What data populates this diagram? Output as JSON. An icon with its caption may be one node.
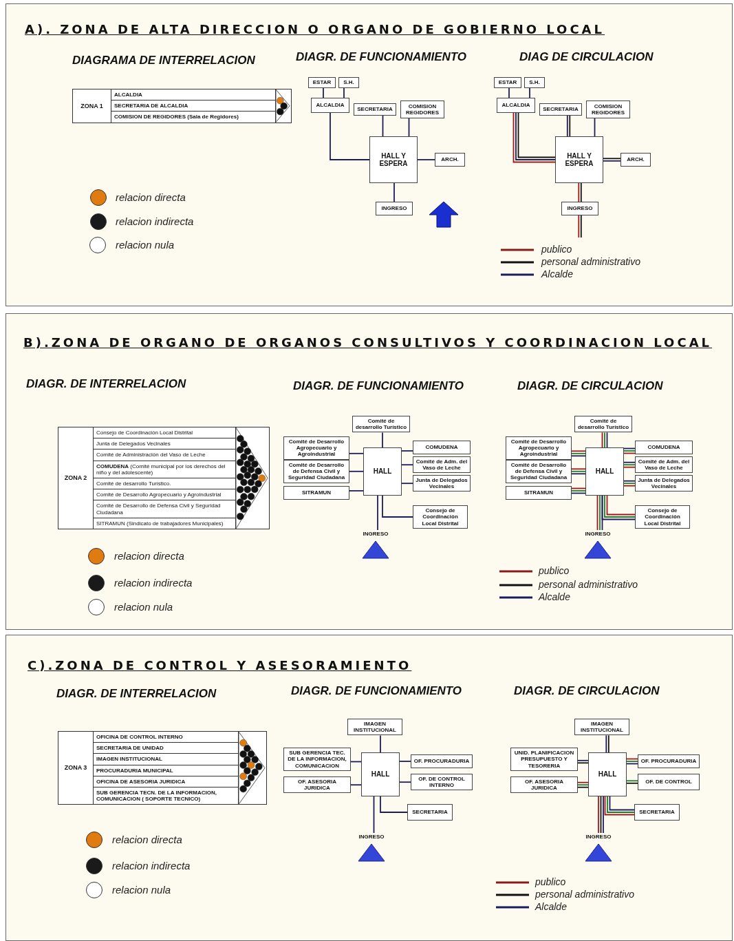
{
  "diagram": {
    "nodes": [
      {
        "text": [
          "ZONA 1"
        ]
      },
      {
        "text": [
          "ALCALDIA"
        ],
        "in": 0
      },
      {
        "text": [
          "SECRETARIA DE ALCALDIA"
        ],
        "in": 0
      },
      {
        "text": [
          "COMISION DE REGIDORES (Sala de Regidores)"
        ],
        "in": 0
      },
      {
        "text": [
          "ESTAR"
        ]
      },
      {
        "text": [
          "S.H."
        ]
      },
      {
        "text": [
          "ALCALDIA"
        ]
      },
      {
        "text": [
          "SECRETARIA"
        ]
      },
      {
        "text": [
          "COMISION REGIDORES"
        ]
      },
      {
        "text": [
          "HALL Y ESPERA"
        ]
      },
      {
        "text": [
          "ARCH."
        ]
      },
      {
        "text": [
          "INGRESO"
        ]
      },
      {
        "text": [
          "ESTAR"
        ]
      },
      {
        "text": [
          "S.H."
        ]
      },
      {
        "text": [
          "ALCALDIA"
        ]
      },
      {
        "text": [
          "SECRETARIA"
        ]
      },
      {
        "text": [
          "COMISION REGIDORES"
        ]
      },
      {
        "text": [
          "HALL Y ESPERA"
        ]
      },
      {
        "text": [
          "ARCH."
        ]
      },
      {
        "text": [
          "INGRESO"
        ]
      },
      {
        "text": [
          "ZONA 2"
        ]
      },
      {
        "text": [
          "Consejo de Coordinación Local Distrital"
        ],
        "in": 20
      },
      {
        "text": [
          "Junta de Delegados Vecinales"
        ],
        "in": 20
      },
      {
        "text": [
          "Comité de Administración del Vaso de Leche"
        ],
        "in": 20
      },
      {
        "text": [
          "**COMUDENA** (Comité municipal por los derechos del niño y del adolescente)"
        ],
        "in": 20
      },
      {
        "text": [
          "Comité de desarrollo Turístico."
        ],
        "in": 20
      },
      {
        "text": [
          "Comité de Desarrollo Agropecuario y Agroindustrial"
        ],
        "in": 20
      },
      {
        "text": [
          "Comité de Desarrollo de Defensa Civil y Seguridad Ciudadana"
        ],
        "in": 20
      },
      {
        "text": [
          "SITRAMUN (Sindicato de trabajadores Municipales)"
        ],
        "in": 20
      },
      {
        "text": [
          "Comité de desarrollo Turístico"
        ]
      },
      {
        "text": [
          "Comité de Desarrollo Agropecuario y Agroindustrial"
        ]
      },
      {
        "text": [
          "Comité de Desarrollo de Defensa Civil y Seguridad Ciudadana"
        ]
      },
      {
        "text": [
          "SITRAMUN"
        ]
      },
      {
        "text": [
          "HALL"
        ]
      },
      {
        "text": [
          "COMUDENA"
        ]
      },
      {
        "text": [
          "Comité de Adm. del Vaso de Leche"
        ]
      },
      {
        "text": [
          "Junta de Delegados Vecinales"
        ]
      },
      {
        "text": [
          "Consejo de Coordinación Local Distrital"
        ]
      },
      {
        "text": [
          "INGRESO"
        ]
      },
      {
        "text": [
          "Comité de desarrollo Turístico"
        ]
      },
      {
        "text": [
          "Comité de Desarrollo Agropecuario y Agroindustrial"
        ]
      },
      {
        "text": [
          "Comité de Desarrollo de Defensa Civil y Seguridad Ciudadana"
        ]
      },
      {
        "text": [
          "SITRAMUN"
        ]
      },
      {
        "text": [
          "HALL"
        ]
      },
      {
        "text": [
          "COMUDENA"
        ]
      },
      {
        "text": [
          "Comité de Adm. del Vaso de Leche"
        ]
      },
      {
        "text": [
          "Junta de Delegados Vecinales"
        ]
      },
      {
        "text": [
          "Consejo de Coordinación Local Distrital"
        ]
      },
      {
        "text": [
          "INGRESO"
        ]
      },
      {
        "text": [
          "ZONA 3"
        ]
      },
      {
        "text": [
          "OFICINA DE CONTROL INTERNO"
        ],
        "in": 49
      },
      {
        "text": [
          "SECRETARIA DE UNIDAD"
        ],
        "in": 49
      },
      {
        "text": [
          "IMAGEN INSTITUCIONAL"
        ],
        "in": 49
      },
      {
        "text": [
          "PROCURADURIA MUNICIPAL"
        ],
        "in": 49
      },
      {
        "text": [
          "OFICINA DE ASESORIA JURIDICA"
        ],
        "in": 49
      },
      {
        "text": [
          "SUB GERENCIA TECN. DE LA INFORMACION, COMUNICACION ( SOPORTE TECNICO)"
        ],
        "in": 49
      },
      {
        "text": [
          "IMAGEN INSTITUCIONAL"
        ]
      },
      {
        "text": [
          "SUB GERENCIA TEC. DE LA INFORMACION, COMUNICACION"
        ]
      },
      {
        "text": [
          "OF. ASESORIA JURIDICA"
        ]
      },
      {
        "text": [
          "HALL"
        ]
      },
      {
        "text": [
          "OF. PROCURADURIA"
        ]
      },
      {
        "text": [
          "OF. DE CONTROL INTERNO"
        ]
      },
      {
        "text": [
          "SECRETARIA"
        ]
      },
      {
        "text": [
          "INGRESO"
        ]
      },
      {
        "text": [
          "IMAGEN INSTITUCIONAL"
        ]
      },
      {
        "text": [
          "UNID. PLANIFICACION PRESUPUESTO Y TESORERIA"
        ]
      },
      {
        "text": [
          "OF. ASESORIA JURIDICA"
        ]
      },
      {
        "text": [
          "HALL"
        ]
      },
      {
        "text": [
          "OF. PROCURADURIA"
        ]
      },
      {
        "text": [
          "OF. DE CONTROL"
        ]
      },
      {
        "text": [
          "SECRETARIA"
        ]
      },
      {
        "text": [
          "INGRESO"
        ]
      }
    ],
    "edges": [
      {
        "from": 4,
        "to": 6,
        "arrow": "none"
      },
      {
        "from": 5,
        "to": 6,
        "arrow": "none"
      },
      {
        "from": 6,
        "to": 9,
        "arrow": "none"
      },
      {
        "from": 7,
        "to": 9,
        "arrow": "none"
      },
      {
        "from": 8,
        "to": 9,
        "arrow": "none"
      },
      {
        "from": 9,
        "to": 10,
        "arrow": "none"
      },
      {
        "from": 9,
        "to": 11,
        "arrow": "none"
      },
      {
        "from": 12,
        "to": 14,
        "arrow": "none"
      },
      {
        "from": 13,
        "to": 14,
        "arrow": "none"
      },
      {
        "from": 14,
        "to": 17,
        "arrow": "none",
        "color": "#a01818"
      },
      {
        "from": 14,
        "to": 17,
        "arrow": "none"
      },
      {
        "from": 14,
        "to": 17,
        "arrow": "none",
        "color": "#111111"
      },
      {
        "from": 15,
        "to": 17,
        "arrow": "none"
      },
      {
        "from": 15,
        "to": 17,
        "arrow": "none",
        "color": "#111111"
      },
      {
        "from": 16,
        "to": 17,
        "arrow": "none"
      },
      {
        "from": 17,
        "to": 18,
        "arrow": "none",
        "color": "#111111"
      },
      {
        "from": 17,
        "to": 18,
        "arrow": "none"
      },
      {
        "from": 17,
        "to": 19,
        "arrow": "none",
        "color": "#a01818"
      },
      {
        "from": 17,
        "to": 19,
        "arrow": "none",
        "color": "#111111"
      },
      {
        "from": 19,
        "to": null,
        "arrow": "none",
        "color": "#a01818"
      },
      {
        "from": 19,
        "to": null,
        "arrow": "none",
        "color": "#111111"
      },
      {
        "from": 33,
        "to": 29,
        "arrow": "none"
      },
      {
        "from": 30,
        "to": 33,
        "arrow": "none"
      },
      {
        "from": 31,
        "to": 33,
        "arrow": "none"
      },
      {
        "from": 32,
        "to": 33,
        "arrow": "none"
      },
      {
        "from": 33,
        "to": 34,
        "arrow": "none"
      },
      {
        "from": 33,
        "to": 35,
        "arrow": "none"
      },
      {
        "from": 33,
        "to": 36,
        "arrow": "none"
      },
      {
        "from": 33,
        "to": 37,
        "arrow": "none"
      },
      {
        "from": 33,
        "to": 38,
        "arrow": "none"
      },
      {
        "from": 43,
        "to": 39,
        "arrow": "none",
        "color": "#a01818"
      },
      {
        "from": 43,
        "to": 39,
        "arrow": "none",
        "color": "#1e7a2e"
      },
      {
        "from": 43,
        "to": 39,
        "arrow": "none"
      },
      {
        "from": 40,
        "to": 43,
        "arrow": "none",
        "color": "#a01818"
      },
      {
        "from": 40,
        "to": 43,
        "arrow": "none",
        "color": "#1e7a2e"
      },
      {
        "from": 40,
        "to": 43,
        "arrow": "none"
      },
      {
        "from": 41,
        "to": 43,
        "arrow": "none",
        "color": "#a01818"
      },
      {
        "from": 41,
        "to": 43,
        "arrow": "none",
        "color": "#1e7a2e"
      },
      {
        "from": 41,
        "to": 43,
        "arrow": "none"
      },
      {
        "from": 42,
        "to": 43,
        "arrow": "none",
        "color": "#a01818"
      },
      {
        "from": 42,
        "to": 43,
        "arrow": "none",
        "color": "#1e7a2e"
      },
      {
        "from": 42,
        "to": 43,
        "arrow": "none"
      },
      {
        "from": 43,
        "to": 44,
        "arrow": "none"
      },
      {
        "from": 43,
        "to": 44,
        "arrow": "none",
        "color": "#1e7a2e"
      },
      {
        "from": 43,
        "to": 44,
        "arrow": "none",
        "color": "#a01818"
      },
      {
        "from": 43,
        "to": 45,
        "arrow": "none"
      },
      {
        "from": 43,
        "to": 45,
        "arrow": "none",
        "color": "#1e7a2e"
      },
      {
        "from": 43,
        "to": 45,
        "arrow": "none",
        "color": "#a01818"
      },
      {
        "from": 43,
        "to": 46,
        "arrow": "none"
      },
      {
        "from": 43,
        "to": 46,
        "arrow": "none",
        "color": "#1e7a2e"
      },
      {
        "from": 43,
        "to": 46,
        "arrow": "none",
        "color": "#a01818"
      },
      {
        "from": 43,
        "to": 47,
        "arrow": "none"
      },
      {
        "from": 43,
        "to": 47,
        "arrow": "none",
        "color": "#1e7a2e"
      },
      {
        "from": 43,
        "to": 47,
        "arrow": "none",
        "color": "#a01818"
      },
      {
        "from": 43,
        "to": 48,
        "arrow": "none",
        "color": "#a01818"
      },
      {
        "from": 43,
        "to": 48,
        "arrow": "none",
        "color": "#1e7a2e"
      },
      {
        "from": 43,
        "to": 48,
        "arrow": "none"
      },
      {
        "from": 59,
        "to": 56,
        "arrow": "none"
      },
      {
        "from": 57,
        "to": 59,
        "arrow": "none"
      },
      {
        "from": 58,
        "to": 59,
        "arrow": "none"
      },
      {
        "from": 59,
        "to": 60,
        "arrow": "none"
      },
      {
        "from": 59,
        "to": 61,
        "arrow": "none"
      },
      {
        "from": 59,
        "to": 62,
        "arrow": "none"
      },
      {
        "from": 59,
        "to": 63,
        "arrow": "none"
      },
      {
        "from": 67,
        "to": 64,
        "arrow": "none"
      },
      {
        "from": 67,
        "to": 64,
        "arrow": "none",
        "color": "#111111"
      },
      {
        "from": 65,
        "to": 67,
        "arrow": "none"
      },
      {
        "from": 65,
        "to": 67,
        "arrow": "none",
        "color": "#111111"
      },
      {
        "from": 66,
        "to": 67,
        "arrow": "none",
        "color": "#a01818"
      },
      {
        "from": 66,
        "to": 67,
        "arrow": "none",
        "color": "#1e7a2e"
      },
      {
        "from": 66,
        "to": 67,
        "arrow": "none",
        "color": "#111111"
      },
      {
        "from": 67,
        "to": 68,
        "arrow": "none",
        "color": "#a01818"
      },
      {
        "from": 67,
        "to": 68,
        "arrow": "none",
        "color": "#1e7a2e"
      },
      {
        "from": 67,
        "to": 68,
        "arrow": "none"
      },
      {
        "from": 67,
        "to": 69,
        "arrow": "none",
        "color": "#1e7a2e"
      },
      {
        "from": 67,
        "to": 69,
        "arrow": "none",
        "color": "#111111"
      },
      {
        "from": 67,
        "to": 70,
        "arrow": "none",
        "color": "#a01818"
      },
      {
        "from": 67,
        "to": 70,
        "arrow": "none",
        "color": "#1e7a2e"
      },
      {
        "from": 67,
        "to": 70,
        "arrow": "none"
      },
      {
        "from": 67,
        "to": 71,
        "arrow": "none",
        "color": "#a01818"
      },
      {
        "from": 67,
        "to": 71,
        "arrow": "none",
        "color": "#111111"
      },
      {
        "from": 67,
        "to": 71,
        "arrow": "none"
      }
    ],
    "labels": [
      "A). ZONA DE ALTA DIRECCION O ORGANO DE GOBIERNO LOCAL",
      "DIAGRAMA DE INTERRELACION",
      "DIAGR. DE FUNCIONAMIENTO",
      "DIAG DE CIRCULACION",
      "B).ZONA DE ORGANO DE ORGANOS CONSULTIVOS Y COORDINACION LOCAL",
      "DIAGR. DE INTERRELACION",
      "DIAGR. DE FUNCIONAMIENTO",
      "DIAGR. DE CIRCULACION",
      "C).ZONA DE CONTROL Y ASESORAMIENTO",
      "DIAGR. DE INTERRELACION",
      "DIAGR. DE FUNCIONAMIENTO",
      "DIAGR. DE CIRCULACION"
    ],
    "legend": [
      {
        "text": "relacion directa",
        "color": "#e07b12"
      },
      {
        "text": "relacion indirecta",
        "color": "#1a1a1a"
      },
      {
        "text": "relacion nula",
        "color": "#ffffff"
      },
      {
        "text": "publico"
      },
      {
        "text": "personal administrativo"
      },
      {
        "text": "Alcalde"
      },
      {
        "text": "relacion directa",
        "color": "#e07b12"
      },
      {
        "text": "relacion indirecta",
        "color": "#1a1a1a"
      },
      {
        "text": "relacion nula",
        "color": "#ffffff"
      },
      {
        "text": "publico"
      },
      {
        "text": "personal administrativo"
      },
      {
        "text": "Alcalde"
      },
      {
        "text": "relacion directa",
        "color": "#e07b12"
      },
      {
        "text": "relacion indirecta",
        "color": "#1a1a1a"
      },
      {
        "text": "relacion nula",
        "color": "#ffffff"
      },
      {
        "text": "publico"
      },
      {
        "text": "personal administrativo"
      },
      {
        "text": "Alcalde"
      }
    ]
  }
}
